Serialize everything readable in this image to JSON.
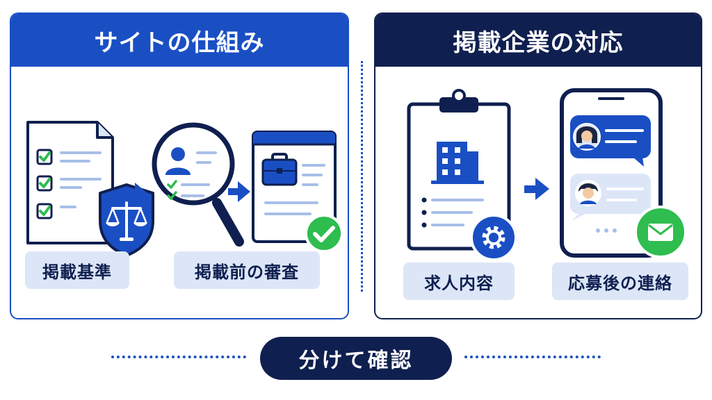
{
  "left_panel": {
    "title": "サイトの仕組み",
    "labels": {
      "criteria": "掲載基準",
      "pre_review": "掲載前の審査"
    }
  },
  "right_panel": {
    "title": "掲載企業の対応",
    "labels": {
      "job_content": "求人内容",
      "post_apply_contact": "応募後の連絡"
    }
  },
  "bottom": {
    "label": "分けて確認"
  },
  "colors": {
    "primary_blue": "#1a4fc4",
    "navy": "#0f1f4f",
    "light_blue": "#dce6f7",
    "success_green": "#2ebd4e"
  },
  "icons": {
    "checklist": "checklist-document-icon",
    "shield": "shield-scale-icon",
    "magnifier": "magnifier-profile-icon",
    "browser": "browser-briefcase-icon",
    "clipboard": "clipboard-building-icon",
    "gear": "gear-icon",
    "phone": "phone-chat-icon",
    "mail": "mail-icon"
  }
}
